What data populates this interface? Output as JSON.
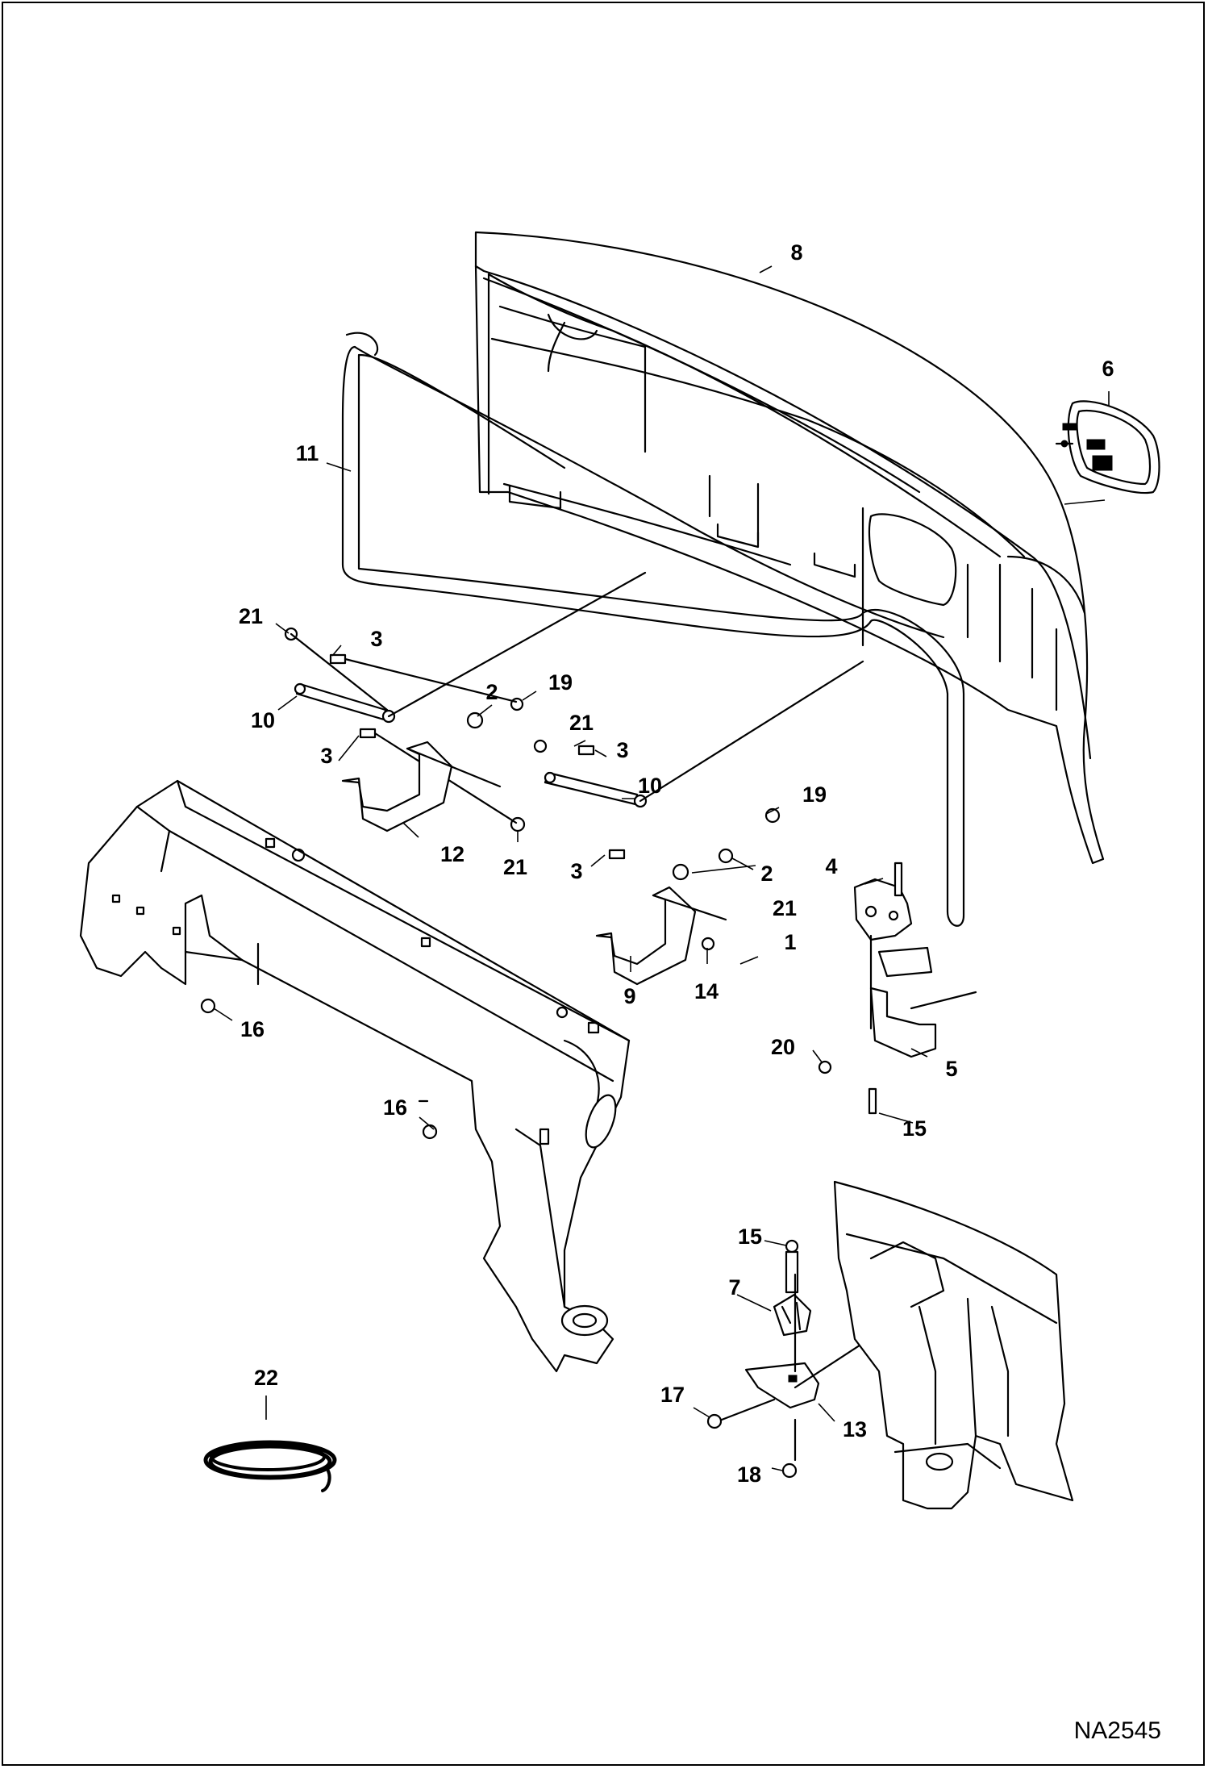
{
  "drawing_code": "NA2545",
  "callouts": [
    {
      "label": "1"
    },
    {
      "label": "2"
    },
    {
      "label": "2"
    },
    {
      "label": "3"
    },
    {
      "label": "3"
    },
    {
      "label": "3"
    },
    {
      "label": "3"
    },
    {
      "label": "4"
    },
    {
      "label": "5"
    },
    {
      "label": "6"
    },
    {
      "label": "7"
    },
    {
      "label": "8"
    },
    {
      "label": "9"
    },
    {
      "label": "10"
    },
    {
      "label": "10"
    },
    {
      "label": "11"
    },
    {
      "label": "12"
    },
    {
      "label": "13"
    },
    {
      "label": "14"
    },
    {
      "label": "15"
    },
    {
      "label": "15"
    },
    {
      "label": "16"
    },
    {
      "label": "16"
    },
    {
      "label": "17"
    },
    {
      "label": "18"
    },
    {
      "label": "19"
    },
    {
      "label": "19"
    },
    {
      "label": "20"
    },
    {
      "label": "21"
    },
    {
      "label": "21"
    },
    {
      "label": "21"
    },
    {
      "label": "21"
    },
    {
      "label": "22"
    }
  ]
}
